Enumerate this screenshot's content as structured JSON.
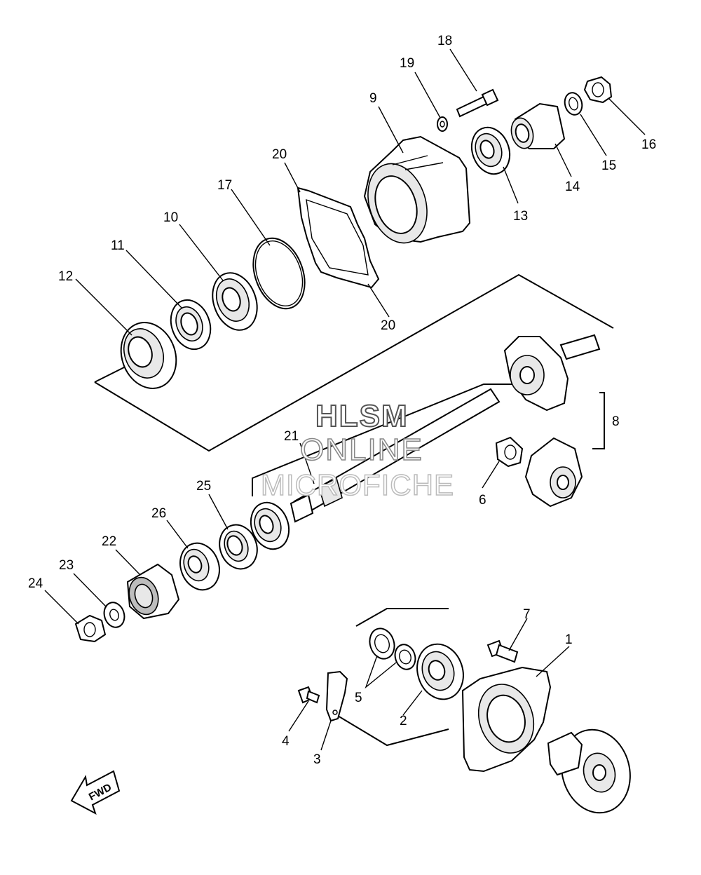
{
  "callouts": {
    "n1": "1",
    "n2": "2",
    "n3": "3",
    "n4": "4",
    "n5": "5",
    "n6": "6",
    "n7": "7",
    "n8": "8",
    "n9": "9",
    "n10": "10",
    "n11": "11",
    "n12": "12",
    "n13": "13",
    "n14": "14",
    "n15": "15",
    "n16": "16",
    "n17": "17",
    "n18": "18",
    "n19": "19",
    "n20a": "20",
    "n20b": "20",
    "n21": "21",
    "n22": "22",
    "n23": "23",
    "n24": "24",
    "n25": "25",
    "n26": "26"
  },
  "watermark": {
    "line1": "HLSM",
    "line2": "ONLINE",
    "line3": "MICROFICHE"
  },
  "direction_arrow": {
    "label": "FWD"
  }
}
